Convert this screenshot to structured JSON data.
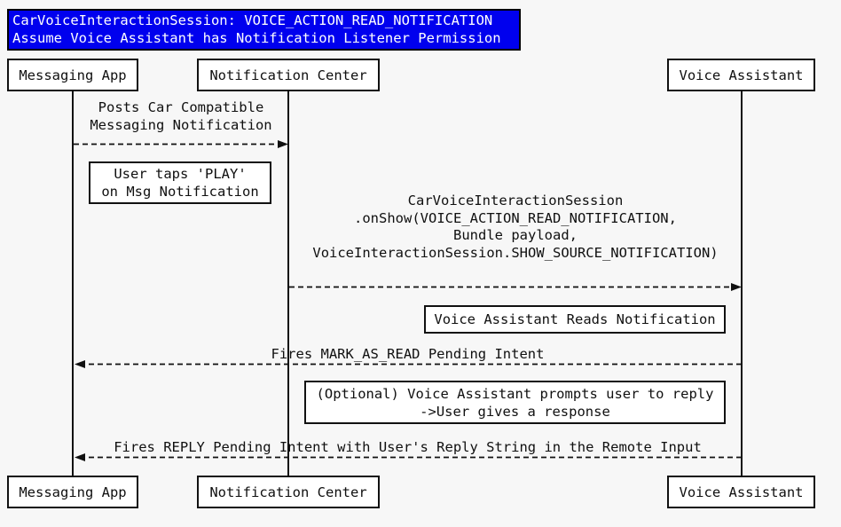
{
  "diagram": {
    "type": "sequence-diagram",
    "title": {
      "lines": [
        "CarVoiceInteractionSession: VOICE_ACTION_READ_NOTIFICATION",
        "Assume Voice Assistant has Notification Listener Permission"
      ]
    },
    "participants": [
      {
        "id": "messaging-app",
        "label": "Messaging App"
      },
      {
        "id": "notification-center",
        "label": "Notification Center"
      },
      {
        "id": "voice-assistant",
        "label": "Voice Assistant"
      }
    ],
    "messages": [
      {
        "from": "Messaging App",
        "to": "Notification Center",
        "style": "dashed",
        "lines": [
          "Posts Car Compatible",
          "Messaging Notification"
        ]
      },
      {
        "from": "Notification Center",
        "to": "Voice Assistant",
        "style": "dashed",
        "lines": [
          "CarVoiceInteractionSession",
          ".onShow(VOICE_ACTION_READ_NOTIFICATION,",
          "Bundle payload,",
          "VoiceInteractionSession.SHOW_SOURCE_NOTIFICATION)"
        ]
      },
      {
        "from": "Voice Assistant",
        "to": "Messaging App",
        "style": "dashed",
        "lines": [
          "Fires MARK_AS_READ Pending Intent"
        ]
      },
      {
        "from": "Voice Assistant",
        "to": "Messaging App",
        "style": "dashed",
        "lines": [
          "Fires REPLY Pending Intent with User's Reply String in the Remote Input"
        ]
      }
    ],
    "notes": [
      {
        "lines": [
          "User taps 'PLAY'",
          "on Msg Notification"
        ]
      },
      {
        "lines": [
          "Voice Assistant Reads Notification"
        ]
      },
      {
        "lines": [
          "(Optional) Voice Assistant prompts user to reply",
          "->User gives a response"
        ]
      }
    ],
    "colors": {
      "title_bg": "#0000ee",
      "title_text": "#ffffff",
      "line": "#111111",
      "box_bg": "#ffffff",
      "page_bg": "#f7f7f7"
    }
  }
}
